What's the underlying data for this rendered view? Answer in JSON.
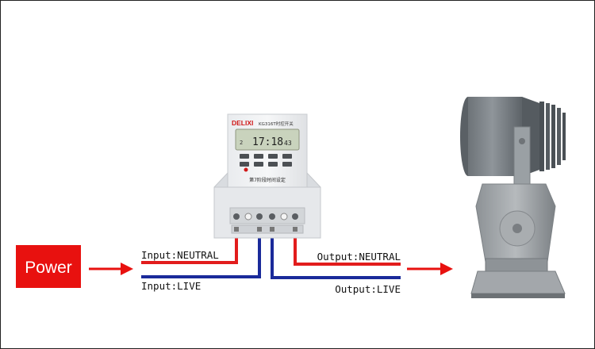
{
  "power": {
    "label": "Power"
  },
  "wiring": {
    "input_neutral": "Input:NEUTRAL",
    "input_live": "Input:LIVE",
    "output_neutral": "Output:NEUTRAL",
    "output_live": "Output:LIVE"
  },
  "timer": {
    "brand": "DELIXI",
    "model": "KG316T时控开关",
    "display_time": "17:18",
    "display_seconds": "43",
    "display_day": "2",
    "footer_text": "第7阶段时间设定"
  },
  "colors": {
    "neutral": "#e21c1c",
    "live": "#1a2a9a",
    "power_box": "#e8110f",
    "arrow": "#e8110f"
  }
}
